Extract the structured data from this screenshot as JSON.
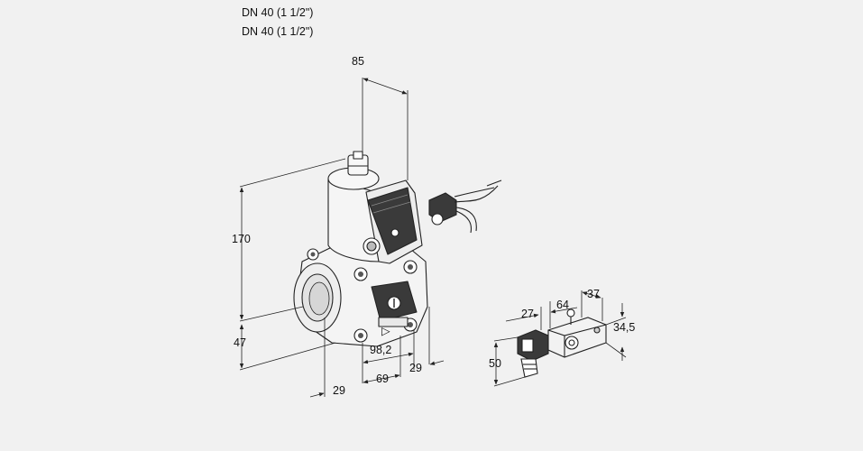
{
  "header": {
    "line1": "DN 40 (1 1/2\")",
    "line2": "DN 40 (1 1/2\")"
  },
  "dimensions": {
    "width_top": "85",
    "height_left": "170",
    "bottom_left": "47",
    "bottom_29_left": "29",
    "bottom_69": "69",
    "bottom_98_2": "98,2",
    "bottom_29_right": "29"
  },
  "connector_dimensions": {
    "d27": "27",
    "d64": "64",
    "d37": "37",
    "d34_5": "34,5",
    "d50": "50"
  },
  "colors": {
    "background": "#f1f1f1",
    "line": "#222222",
    "fill_light": "#f7f7f7",
    "fill_mid": "#d9d9d9",
    "fill_dark": "#3a3a3a"
  }
}
